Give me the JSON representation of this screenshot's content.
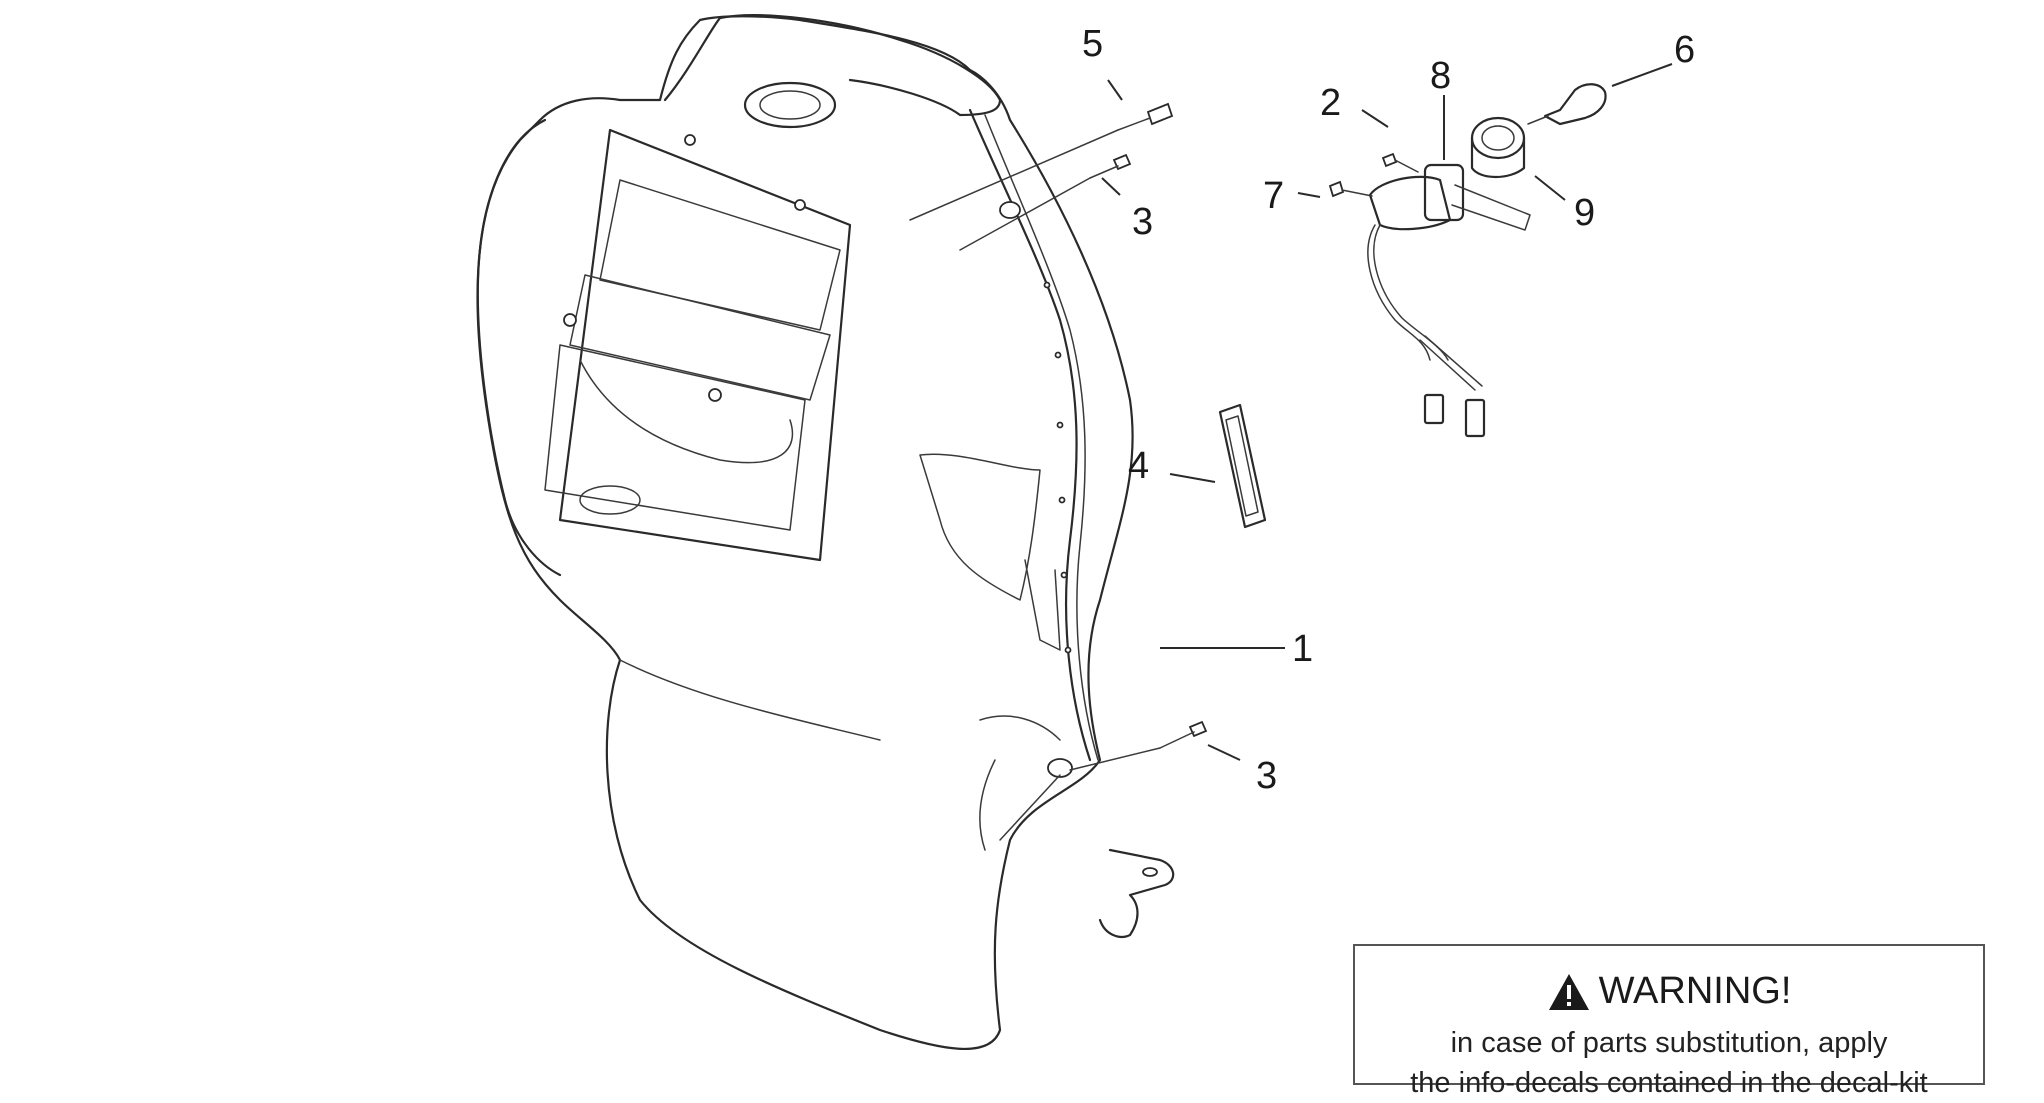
{
  "labels": {
    "l1": "1",
    "l2": "2",
    "l3a": "3",
    "l3b": "3",
    "l4": "4",
    "l5": "5",
    "l6": "6",
    "l7": "7",
    "l8": "8",
    "l9": "9"
  },
  "warning": {
    "icon": "warning-triangle-icon",
    "title": "WARNING!",
    "line1": "in case of parts substitution, apply",
    "line2": "the info-decals contained in the decal-kit"
  }
}
